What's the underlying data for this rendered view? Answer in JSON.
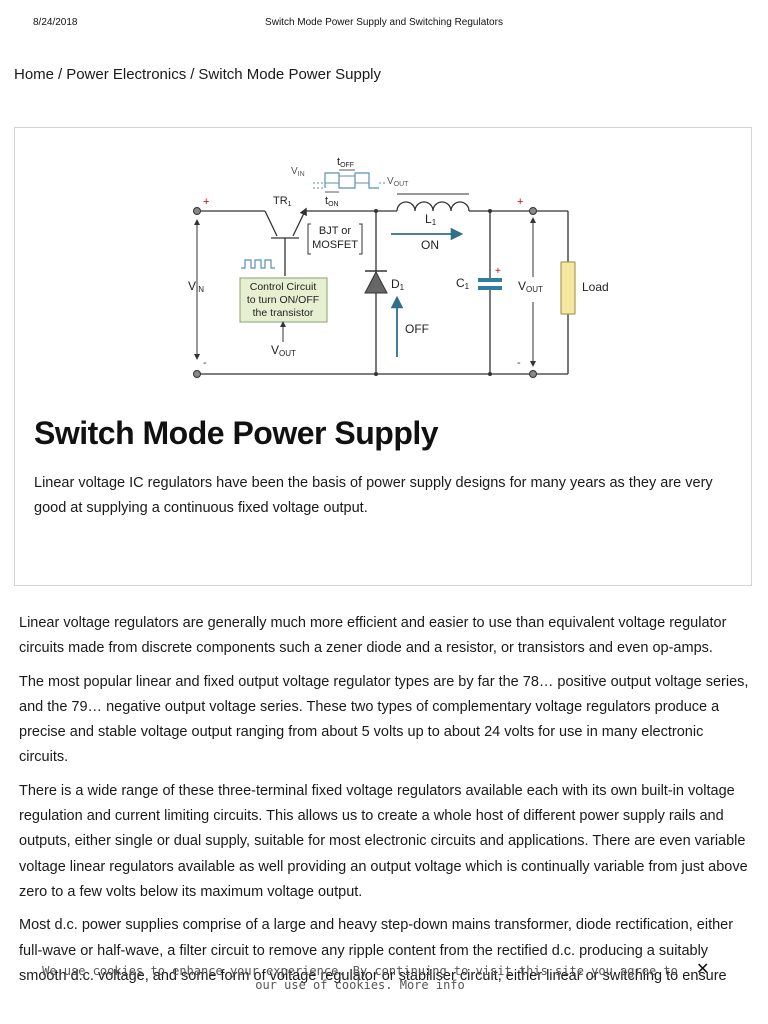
{
  "print_header": {
    "date": "8/24/2018",
    "title": "Switch Mode Power Supply and Switching Regulators"
  },
  "breadcrumb": {
    "items": [
      "Home",
      "Power Electronics",
      "Switch Mode Power Supply"
    ],
    "separator": "/"
  },
  "card": {
    "title": "Switch Mode Power Supply",
    "intro": "Linear voltage IC regulators have been the basis of power supply designs for many years as they are very good at supplying a continuous fixed voltage output."
  },
  "diagram": {
    "labels": {
      "vin": "V",
      "vin_sub": "IN",
      "tr1": "TR",
      "tr1_sub": "1",
      "bjt_line1": "BJT or",
      "bjt_line2": "MOSFET",
      "l1": "L",
      "l1_sub": "1",
      "on": "ON",
      "off": "OFF",
      "d1": "D",
      "d1_sub": "1",
      "c1": "C",
      "c1_sub": "1",
      "vout": "V",
      "vout_sub": "OUT",
      "load": "Load",
      "control_line1": "Control Circuit",
      "control_line2": "to turn ON/OFF",
      "control_line3": "the transistor",
      "toff": "t",
      "toff_sub": "OFF",
      "ton": "t",
      "ton_sub": "ON",
      "plus": "+",
      "minus": "-"
    },
    "colors": {
      "wire": "#333333",
      "accent_blue": "#2f6f8a",
      "polarity_red": "#cc0000",
      "control_fill": "#e6f0d0",
      "control_border": "#8aa070",
      "load_fill": "#f5e6a0",
      "load_border": "#a08a40",
      "cap_fill": "#2f7fa0",
      "waveform_blue": "#5a8fb8"
    }
  },
  "article": {
    "paragraphs": [
      "Linear voltage regulators are generally much more efficient and easier to use than equivalent voltage regulator circuits made from discrete components such a zener diode and a resistor, or transistors and even op-amps.",
      "The most popular linear and fixed output voltage regulator types are by far the 78… positive output voltage series, and the 79… negative output voltage series. These two types of complementary voltage regulators produce a precise and stable voltage output ranging from about 5 volts up to about 24 volts for use in many electronic circuits.",
      "There is a wide range of these three-terminal fixed voltage regulators available each with its own built-in voltage regulation and current limiting circuits. This allows us to create a whole host of different power supply rails and outputs, either single or dual supply, suitable for most electronic circuits and applications. There are even variable voltage linear regulators available as well providing an output voltage which is continually variable from just above zero to a few volts below its maximum voltage output.",
      "Most d.c. power supplies comprise of a large and heavy step-down mains transformer, diode rectification, either full-wave or half-wave, a filter circuit to remove any ripple content from the rectified d.c. producing a suitably smooth d.c. voltage, and some form of voltage regulator or stabiliser circuit, either linear or switching to ensure"
    ]
  },
  "cookie": {
    "text": "We use cookies to enhance your experience. By continuing to visit this site you agree to our use of cookies.",
    "more_info": "More info",
    "close_icon": "close-icon"
  }
}
